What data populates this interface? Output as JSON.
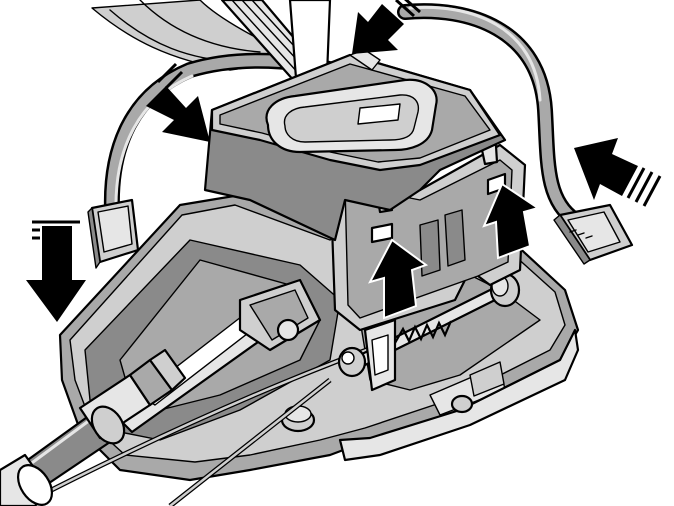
{
  "figure": {
    "description_visible_text": "",
    "colors": {
      "background": "#ffffff",
      "ink": "#000000",
      "shade_dark": "#8a8a8a",
      "shade_mid": "#a9a9a9",
      "shade_light": "#cfcfcf",
      "highlight": "#e6e6e6"
    },
    "arrows": [
      {
        "icon": "arrow-down-left-icon",
        "meaning": "press-down"
      },
      {
        "icon": "arrow-down-right-icon",
        "meaning": "press-in-left"
      },
      {
        "icon": "arrow-down-icon",
        "meaning": "press-in-top"
      },
      {
        "icon": "arrow-left-icon",
        "meaning": "press-in-right"
      },
      {
        "icon": "arrow-up-icon",
        "meaning": "lift-left"
      },
      {
        "icon": "arrow-up-icon",
        "meaning": "lift-right"
      }
    ]
  }
}
